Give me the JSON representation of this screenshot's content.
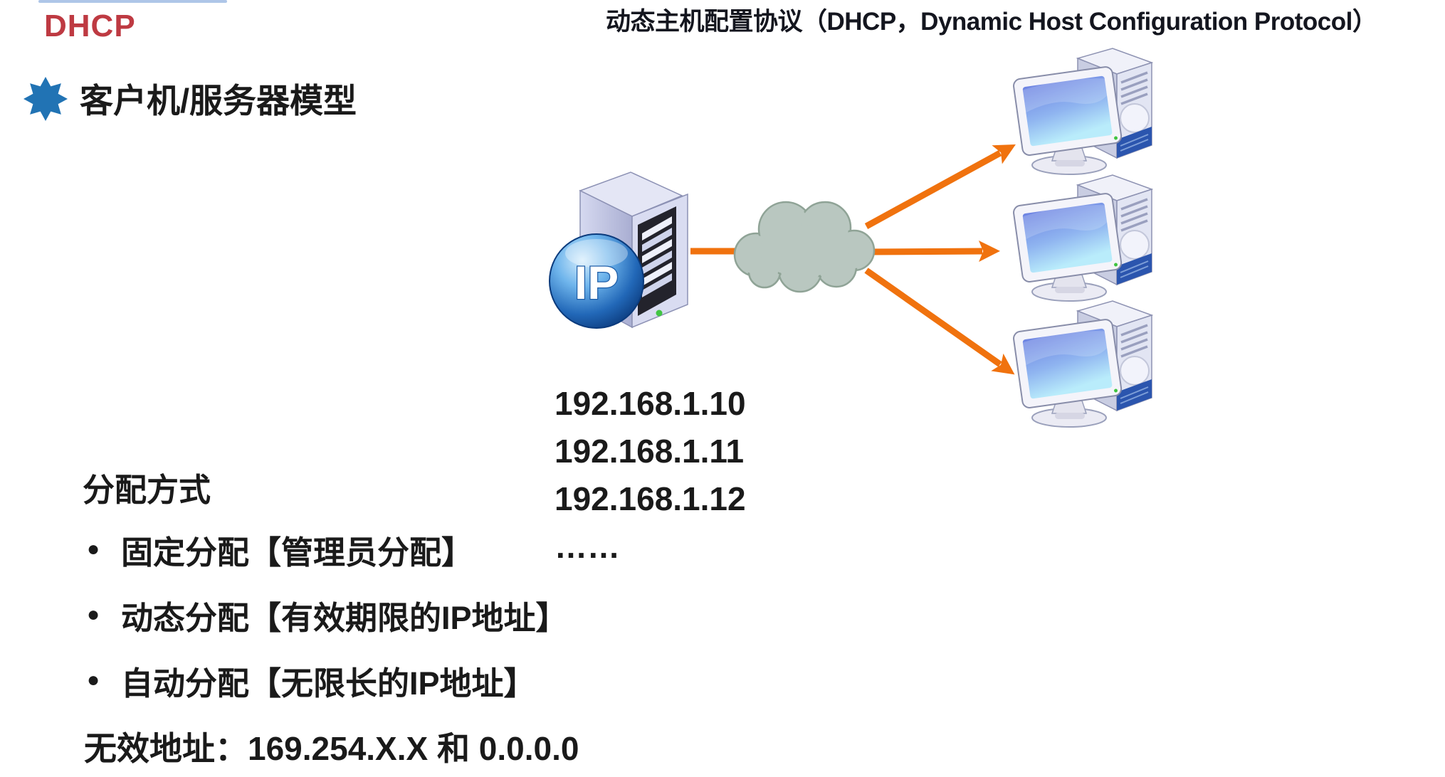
{
  "header": {
    "section_label": "DHCP",
    "title": "动态主机配置协议（DHCP，Dynamic Host Configuration Protocol）"
  },
  "heading": {
    "text": "客户机/服务器模型"
  },
  "diagram": {
    "server_badge": "IP",
    "ip_list": [
      "192.168.1.10",
      "192.168.1.11",
      "192.168.1.12",
      "……"
    ],
    "client_count": 3
  },
  "allocation": {
    "heading": "分配方式",
    "bullet_glyph": "●",
    "items": [
      "固定分配【管理员分配】",
      "动态分配【有效期限的IP地址】",
      "自动分配【无限长的IP地址】"
    ],
    "note": "无效地址：169.254.X.X 和 0.0.0.0"
  },
  "colors": {
    "accent_red": "#BE3A42",
    "star_blue": "#2173B4",
    "arrow_orange": "#F0720E",
    "cloud_fill": "#B9C7C0",
    "cloud_stroke": "#8FA396",
    "text": "#1A1A1A"
  }
}
